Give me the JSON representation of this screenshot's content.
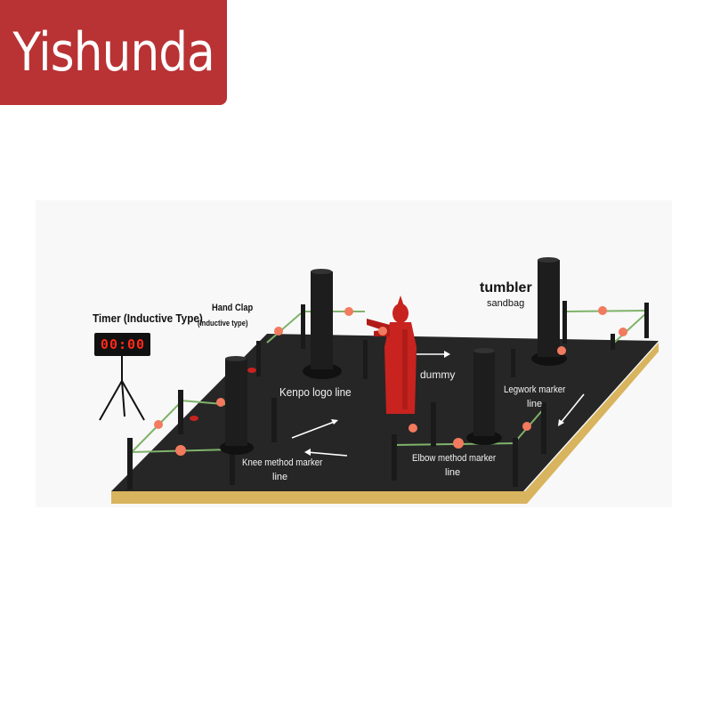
{
  "brand": {
    "name": "Yishunda"
  },
  "labels": {
    "timer": "Timer (Inductive Type)",
    "timer_display": "00:00",
    "hand_clap": "Hand Clap",
    "hand_clap_type": "(Inductive type)",
    "tumbler": "tumbler",
    "sandbag": "sandbag",
    "kenpo": "Kenpo logo line",
    "dummy": "dummy",
    "legwork_1": "Legwork marker",
    "legwork_2": "line",
    "knee_1": "Knee method marker",
    "knee_2": "line",
    "elbow_1": "Elbow method marker",
    "elbow_2": "line"
  },
  "colors": {
    "brand": "#b93234",
    "mat": "#262626",
    "mat_edge": "#d8b45e",
    "post": "#1a1a1a",
    "rope": "#7fb36a",
    "sensor": "#f27a5e",
    "dummy": "#c8231f",
    "timer_digits": "#ff2a1a"
  }
}
